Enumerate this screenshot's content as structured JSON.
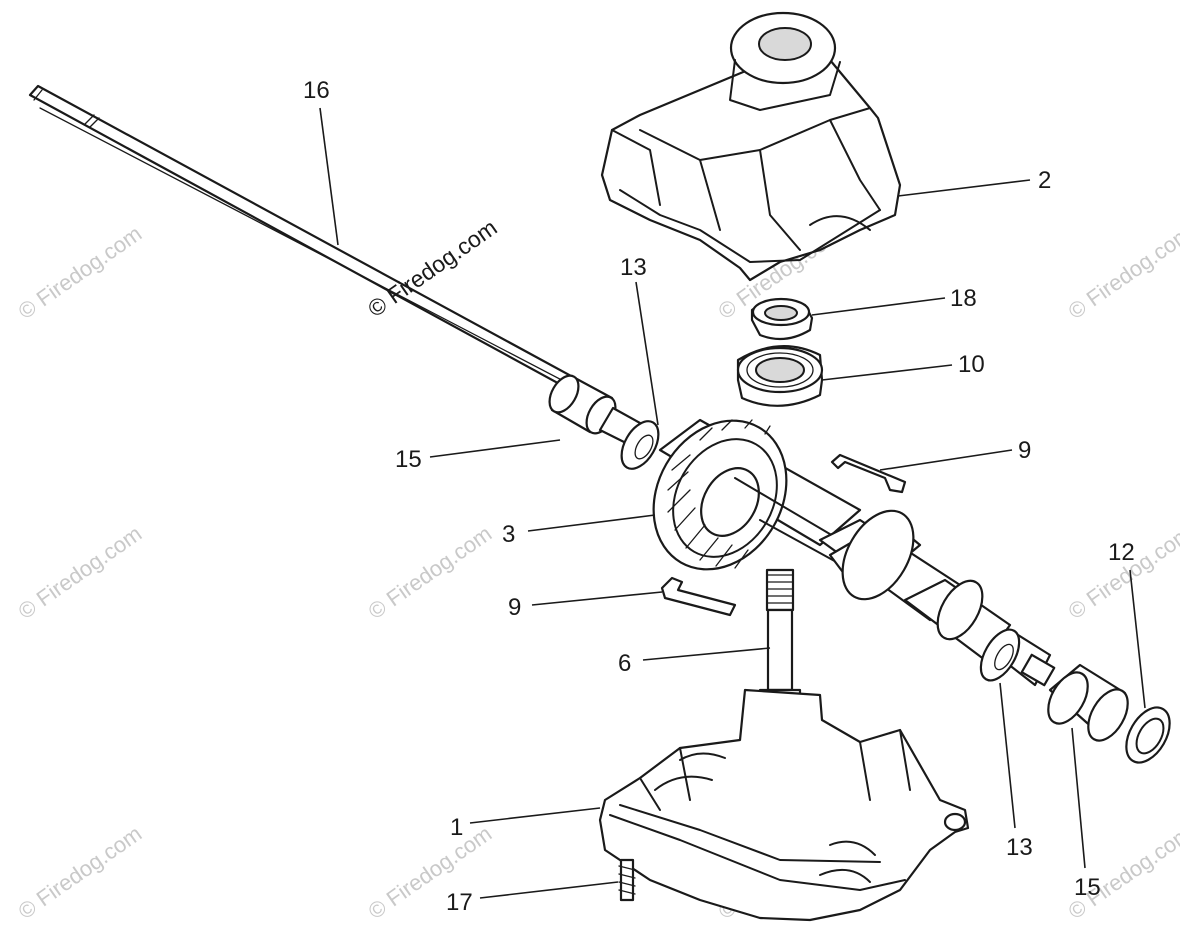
{
  "watermark": {
    "main": "© Firedog.com",
    "tile": "© Firedog.com"
  },
  "callouts": [
    {
      "id": "16",
      "text": "16"
    },
    {
      "id": "2",
      "text": "2"
    },
    {
      "id": "13-top",
      "text": "13"
    },
    {
      "id": "18",
      "text": "18"
    },
    {
      "id": "10",
      "text": "10"
    },
    {
      "id": "15-left",
      "text": "15"
    },
    {
      "id": "9-right",
      "text": "9"
    },
    {
      "id": "3",
      "text": "3"
    },
    {
      "id": "12",
      "text": "12"
    },
    {
      "id": "9-left",
      "text": "9"
    },
    {
      "id": "6",
      "text": "6"
    },
    {
      "id": "1",
      "text": "1"
    },
    {
      "id": "13-bottom",
      "text": "13"
    },
    {
      "id": "15-right",
      "text": "15"
    },
    {
      "id": "17",
      "text": "17"
    }
  ],
  "colors": {
    "line": "#1a1a1a",
    "watermark": "#c9c9c9",
    "background": "#ffffff"
  }
}
